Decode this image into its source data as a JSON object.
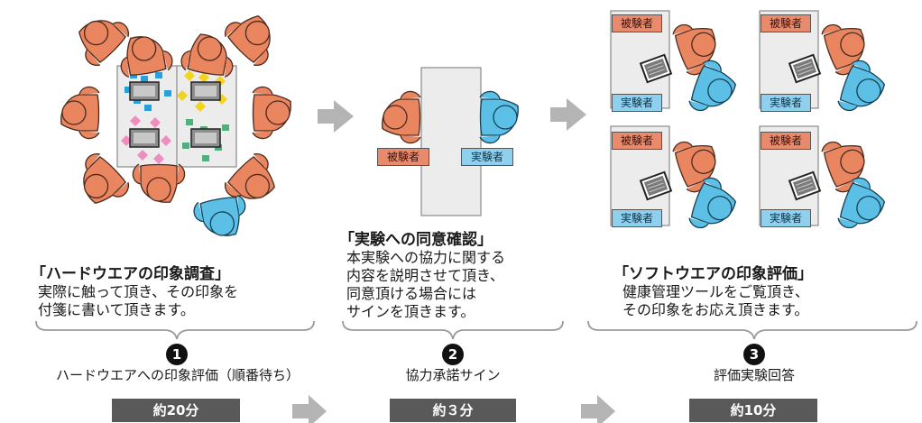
{
  "colors": {
    "subject": "#e9855f",
    "experimenter": "#5cbfe6",
    "table": "#ececec",
    "arrow": "#b4b4b4",
    "time_box": "#595959",
    "note_blue": "#2aa0d8",
    "note_yellow": "#f2d41c",
    "note_pink": "#ef8dc1",
    "note_green": "#4fb07e"
  },
  "icons": [
    "subject-person-icon",
    "experimenter-person-icon",
    "laptop-icon",
    "sticky-note-icon",
    "right-arrow-icon"
  ],
  "labels": {
    "subject": "被験者",
    "experimenter": "実験者"
  },
  "steps": [
    {
      "heading": "「ハードウエアの印象調査」",
      "lines": [
        "実際に触って頂き、その印象を",
        "付箋に書いて頂きます。"
      ],
      "number": "1",
      "name": "ハードウエアへの印象評価（順番待ち）",
      "time": "約20分"
    },
    {
      "heading": "「実験への同意確認」",
      "lines": [
        "本実験への協力に関する",
        "内容を説明させて頂き、",
        "同意頂ける場合には",
        "サインを頂きます。"
      ],
      "number": "2",
      "name": "協力承諾サイン",
      "time": "約３分"
    },
    {
      "heading": "「ソフトウエアの印象評価」",
      "lines": [
        "健康管理ツールをご覧頂き、",
        "その印象をお応え頂きます。"
      ],
      "number": "3",
      "name": "評価実験回答",
      "time": "約10分"
    }
  ]
}
